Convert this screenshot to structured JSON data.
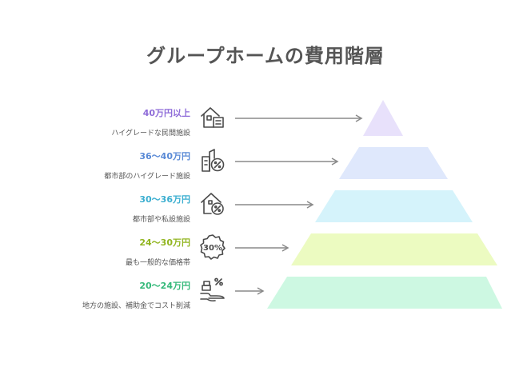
{
  "title": "グループホームの費用階層",
  "tiers": [
    {
      "price": "40万円以上",
      "description": "ハイグレードな民間施設",
      "icon": "house-building-icon",
      "color": "#8e6bd8",
      "fill": "#e8e1fb"
    },
    {
      "price": "36〜40万円",
      "description": "都市部のハイグレード施設",
      "icon": "city-buildings-percent-icon",
      "color": "#5a8ad6",
      "fill": "#dfe8fc"
    },
    {
      "price": "30〜36万円",
      "description": "都市部や私設施設",
      "icon": "house-percent-icon",
      "color": "#3aaed0",
      "fill": "#d5f3fb"
    },
    {
      "price": "24〜30万円",
      "description": "最も一般的な価格帯",
      "icon": "discount-badge-30-icon",
      "color": "#92b520",
      "fill": "#ecfbc1"
    },
    {
      "price": "20〜24万円",
      "description": "地方の施設、補助金でコスト削減",
      "icon": "money-hand-percent-icon",
      "color": "#35b97a",
      "fill": "#cdf8e2"
    }
  ]
}
